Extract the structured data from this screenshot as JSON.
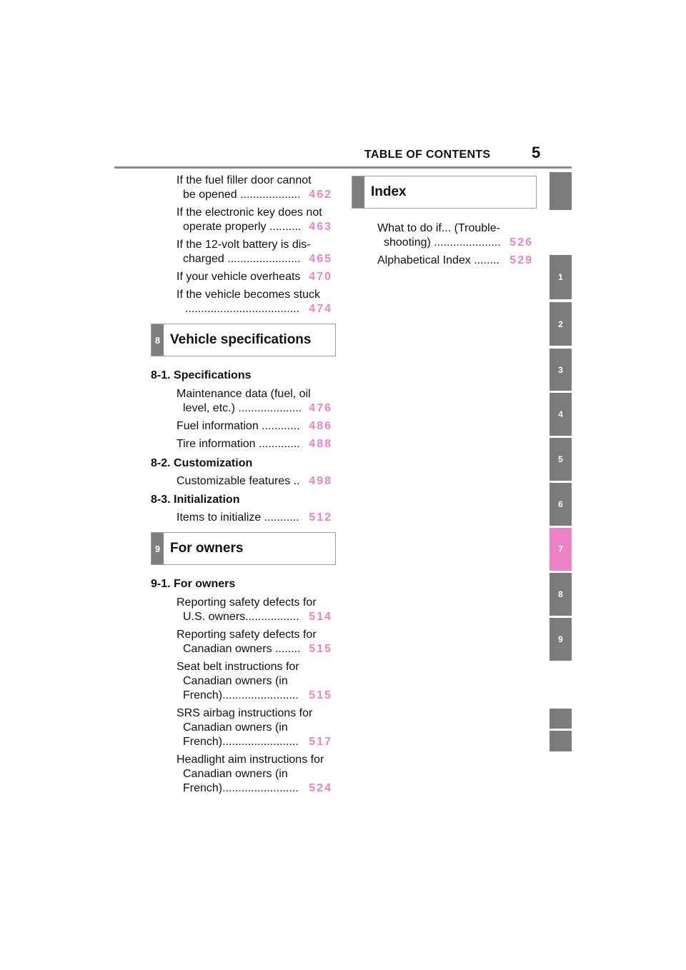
{
  "header": {
    "title": "TABLE OF CONTENTS",
    "page_number": "5"
  },
  "left_column": {
    "intro_entries": [
      {
        "line1": "If the fuel filler door cannot",
        "line2": "be opened",
        "dots": "...................",
        "page": "462"
      },
      {
        "line1": "If the electronic key does not",
        "line2": "operate properly",
        "dots": "..........",
        "page": "463"
      },
      {
        "line1": "If the 12-volt battery is dis-",
        "line2": "charged",
        "dots": ".......................",
        "page": "465"
      },
      {
        "line1": "",
        "line2": "If your vehicle overheats",
        "dots": "",
        "page": "470"
      },
      {
        "line1": "If the vehicle becomes stuck",
        "line2": "",
        "dots": "....................................",
        "page": "474"
      }
    ],
    "section8": {
      "number": "8",
      "title": "Vehicle specifications",
      "sub1": {
        "label": "8-1.  Specifications"
      },
      "e_maint": {
        "line1": "Maintenance data (fuel, oil",
        "line2": "level, etc.)",
        "dots": "....................",
        "page": "476"
      },
      "e_fuel": {
        "text": "Fuel information",
        "dots": "............",
        "page": "486"
      },
      "e_tire": {
        "text": "Tire information",
        "dots": ".............",
        "page": "488"
      },
      "sub2": {
        "label": "8-2.  Customization"
      },
      "e_custom": {
        "text": "Customizable features",
        "dots": "..",
        "page": "498"
      },
      "sub3": {
        "label": "8-3.  Initialization"
      },
      "e_init": {
        "text": "Items to initialize",
        "dots": "...........",
        "page": "512"
      }
    },
    "section9": {
      "number": "9",
      "title": "For owners",
      "sub1": {
        "label": "9-1.  For owners"
      },
      "e_us": {
        "line1": "Reporting safety defects for",
        "line2": "U.S. owners",
        "dots": ".................",
        "page": "514"
      },
      "e_ca": {
        "line1": "Reporting safety defects for",
        "line2": "Canadian owners",
        "dots": "........",
        "page": "515"
      },
      "e_seat": {
        "line1": "Seat belt instructions for",
        "line1b": "Canadian owners (in",
        "line2": "French)",
        "dots": "........................",
        "page": "515"
      },
      "e_srs": {
        "line1": "SRS airbag instructions for",
        "line1b": "Canadian owners (in",
        "line2": "French)",
        "dots": "........................",
        "page": "517"
      },
      "e_head": {
        "line1": "Headlight aim instructions for",
        "line1b": "Canadian owners (in",
        "line2": "French)",
        "dots": "........................",
        "page": "524"
      }
    }
  },
  "right_column": {
    "index_section": {
      "title": "Index",
      "e_trouble": {
        "line1": "What to do if... (Trouble-",
        "line2": "shooting)",
        "dots": ".....................",
        "page": "526"
      },
      "e_alpha": {
        "text": "Alphabetical Index",
        "dots": "........",
        "page": "529"
      }
    }
  },
  "side_tabs": {
    "t1": "1",
    "t2": "2",
    "t3": "3",
    "t4": "4",
    "t5": "5",
    "t6": "6",
    "t7": "7",
    "t8": "8",
    "t9": "9",
    "active": "7",
    "colors": {
      "inactive": "#7b7b7b",
      "active": "#ee82c6"
    }
  },
  "colors": {
    "page_link": "#ee82c6",
    "rule": "#8a8a8a"
  }
}
